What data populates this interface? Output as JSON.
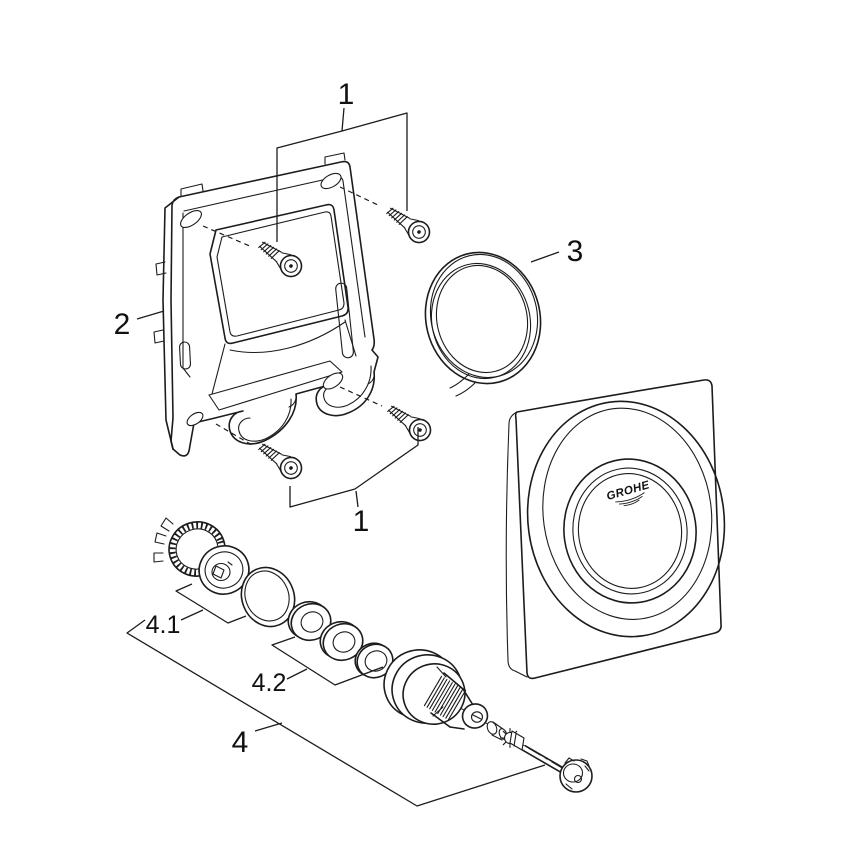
{
  "labels": {
    "screws_top": "1",
    "screws_bottom": "1",
    "mounting_frame": "2",
    "seal_ring": "3",
    "piston_group": "4.1",
    "seal_kit_group": "4.2",
    "valve_assembly": "4"
  },
  "faceplate": {
    "logo": "GROHE"
  },
  "colors": {
    "ink": "#1c1c1c",
    "background": "#ffffff"
  }
}
